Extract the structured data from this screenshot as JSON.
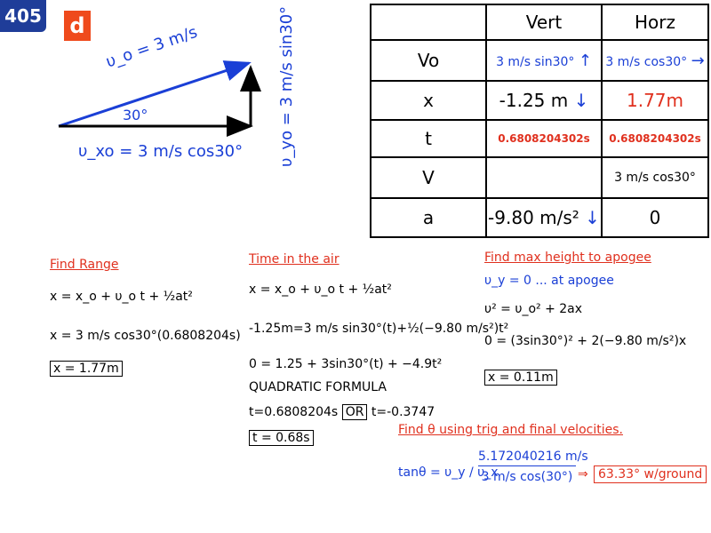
{
  "header": {
    "number": "405",
    "letter": "d"
  },
  "diagram": {
    "hyp_label": "υ_o = 3 m/s",
    "angle_label": "30°",
    "horiz_label": "υ_xo = 3 m/s cos30°",
    "vert_label": "υ_yo = 3 m/s sin30°"
  },
  "table": {
    "col_headers": [
      "Vert",
      "Horz"
    ],
    "rows": [
      {
        "label": "Vo",
        "vert": "3 m/s sin30°",
        "horz": "3 m/s cos30°"
      },
      {
        "label": "x",
        "vert": "-1.25 m",
        "horz": "1.77m"
      },
      {
        "label": "t",
        "vert": "0.6808204302s",
        "horz": "0.6808204302s"
      },
      {
        "label": "V",
        "vert": "",
        "horz": "3 m/s cos30°"
      },
      {
        "label": "a",
        "vert": "-9.80 m/s²",
        "horz": "0"
      }
    ]
  },
  "range": {
    "title": "Find Range",
    "eq1": "x = x_o + υ_o t + ½at²",
    "eq2": "x = 3 m/s cos30°(0.6808204s)",
    "result": "x = 1.77m"
  },
  "time": {
    "title": "Time in the air",
    "eq1": "x = x_o + υ_o t + ½at²",
    "eq2": "-1.25m=3 m/s sin30°(t)+½(−9.80 m/s²)t²",
    "eq3": "0 = 1.25 + 3sin30°(t) + −4.9t²",
    "quad": "QUADRATIC FORMULA",
    "sol_a": "t=0.6808204s",
    "or": "OR",
    "sol_b": "t=-0.3747",
    "result": "t = 0.68s"
  },
  "height": {
    "title": "Find  max height  to  apogee",
    "cond": "υ_y = 0   ... at  apogee",
    "eq1": "υ² = υ_o² + 2ax",
    "eq2": "0 = (3sin30°)² + 2(−9.80 m/s²)x",
    "result": "x = 0.11m"
  },
  "angle": {
    "title": "Find θ using trig and final velocities.",
    "lhs": "tanθ = υ_y / υ_x",
    "num": "5.172040216 m/s",
    "den": "3 m/s cos(30°)",
    "result": "63.33° w/ground"
  }
}
